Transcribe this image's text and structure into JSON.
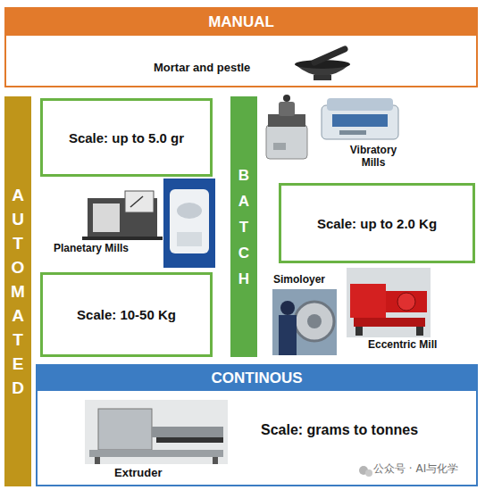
{
  "diagram": {
    "nodes": [
      {
        "text": [
          "MANUAL",
          "Mortar and pestle"
        ]
      },
      {
        "text": [
          "AUTOMATED"
        ]
      },
      {
        "text": [
          "BATCH"
        ]
      },
      {
        "text": [
          "Scale: up to 5.0 gr"
        ]
      },
      {
        "text": [
          "Scale: up to 2.0 Kg"
        ]
      },
      {
        "text": [
          "Scale: 10-50 Kg"
        ]
      },
      {
        "text": [
          "CONTINOUS",
          "Scale: grams to tonnes"
        ]
      }
    ],
    "labels": [
      "Vibratory Mills",
      "Planetary Mills",
      "Simoloyer",
      "Eccentric Mill",
      "Extruder",
      "公众号 · AI与化学"
    ]
  }
}
